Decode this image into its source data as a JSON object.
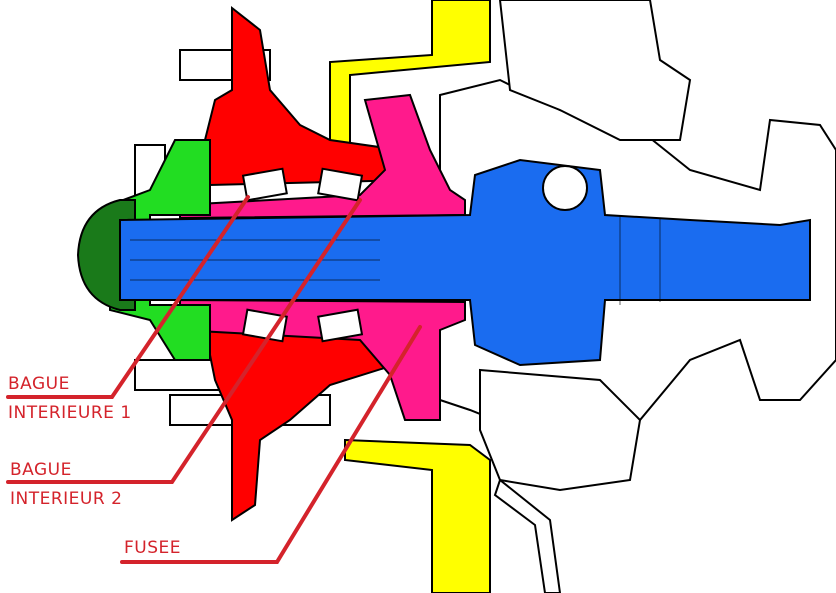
{
  "title": "Hub assembly cross-section",
  "labels": {
    "bague_1_line1": "BAGUE",
    "bague_1_line2": "INTERIEURE 1",
    "bague_2_line1": "BAGUE",
    "bague_2_line2": "INTERIEUR 2",
    "fusee": "FUSEE"
  },
  "colors": {
    "label_red": "#d4232b",
    "hub_red": "#ff0000",
    "fusee_pink": "#ff1a8c",
    "shaft_blue": "#1a6cf0",
    "retainer_green": "#22dd22",
    "cap_dark_green": "#1a7a1a",
    "shield_yellow": "#ffff00"
  }
}
